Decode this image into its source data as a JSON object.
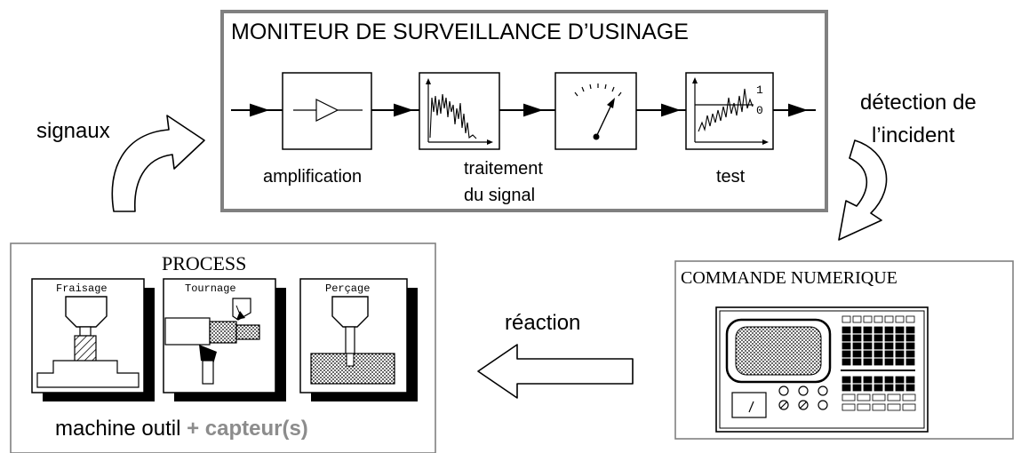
{
  "monitor": {
    "title": "MONITEUR DE SURVEILLANCE D’USINAGE",
    "stages": [
      {
        "label": "amplification"
      },
      {
        "label_line1": "traitement",
        "label_line2": "du signal"
      },
      {
        "label": "test"
      }
    ],
    "test_axis_top": "1",
    "test_axis_bottom": "0"
  },
  "flow": {
    "signals": "signaux",
    "detection_line1": "détection de",
    "detection_line2": "l’incident",
    "reaction": "réaction"
  },
  "process": {
    "title": "PROCESS",
    "machines": [
      "Fraisage",
      "Tournage",
      "Perçage"
    ],
    "caption_main": "machine outil ",
    "caption_extra": "+ capteur(s)"
  },
  "cnc": {
    "title": "COMMANDE NUMERIQUE"
  },
  "colors": {
    "frame_gray": "#808080",
    "caption_extra": "#8c8c8c"
  }
}
